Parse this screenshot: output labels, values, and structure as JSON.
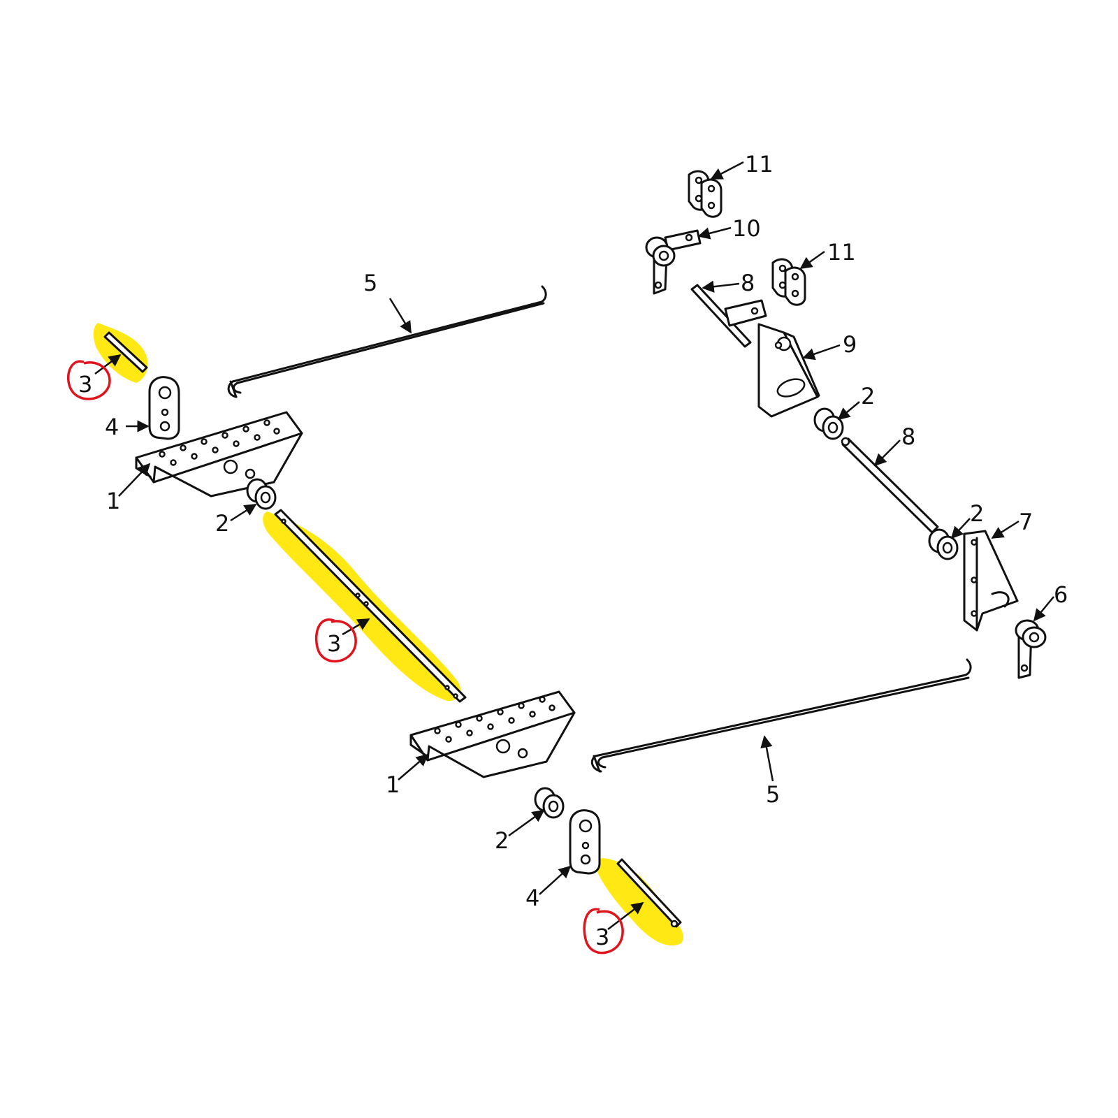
{
  "colors": {
    "background": "#ffffff",
    "line_art": "#111111",
    "highlight": "#ffe600",
    "circle_annotation": "#e0141c"
  },
  "callouts": {
    "c1_left": "1",
    "c1_center": "1",
    "c2_left": "2",
    "c2_center": "2",
    "c2_right_upper": "2",
    "c2_right_lower": "2",
    "c3_topleft": "3",
    "c3_middle": "3",
    "c3_bottom": "3",
    "c4_left": "4",
    "c4_bottom": "4",
    "c5_top": "5",
    "c5_bottom": "5",
    "c6": "6",
    "c7": "7",
    "c8_upper": "8",
    "c8_lower": "8",
    "c9": "9",
    "c10": "10",
    "c11_upper": "11",
    "c11_lower": "11"
  }
}
